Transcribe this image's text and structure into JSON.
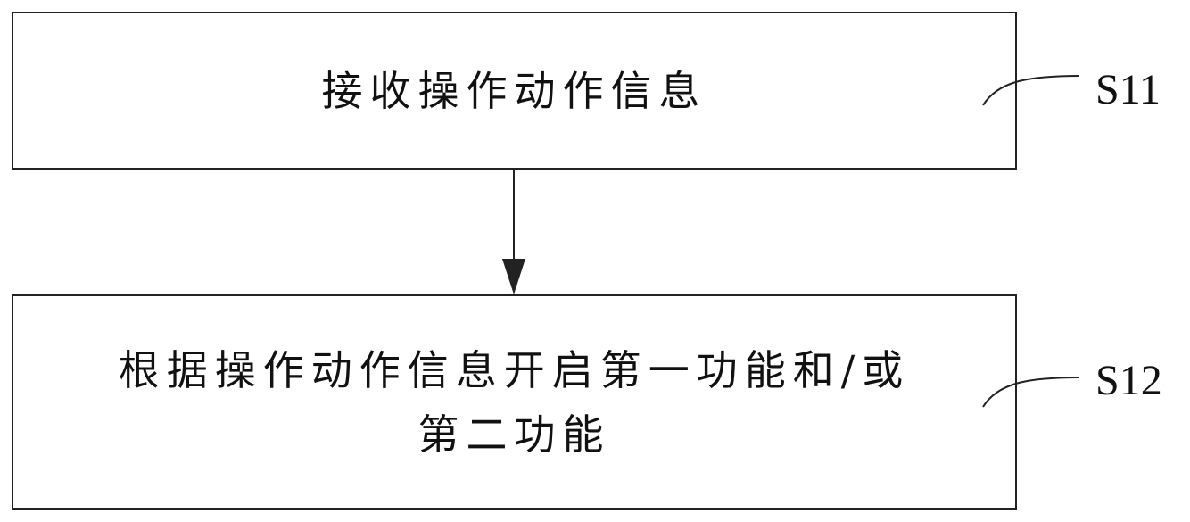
{
  "steps": [
    {
      "id": "S11",
      "text": "接收操作动作信息"
    },
    {
      "id": "S12",
      "text_line1": "根据操作动作信息开启第一功能和/或",
      "text_line2": "第二功能"
    }
  ]
}
